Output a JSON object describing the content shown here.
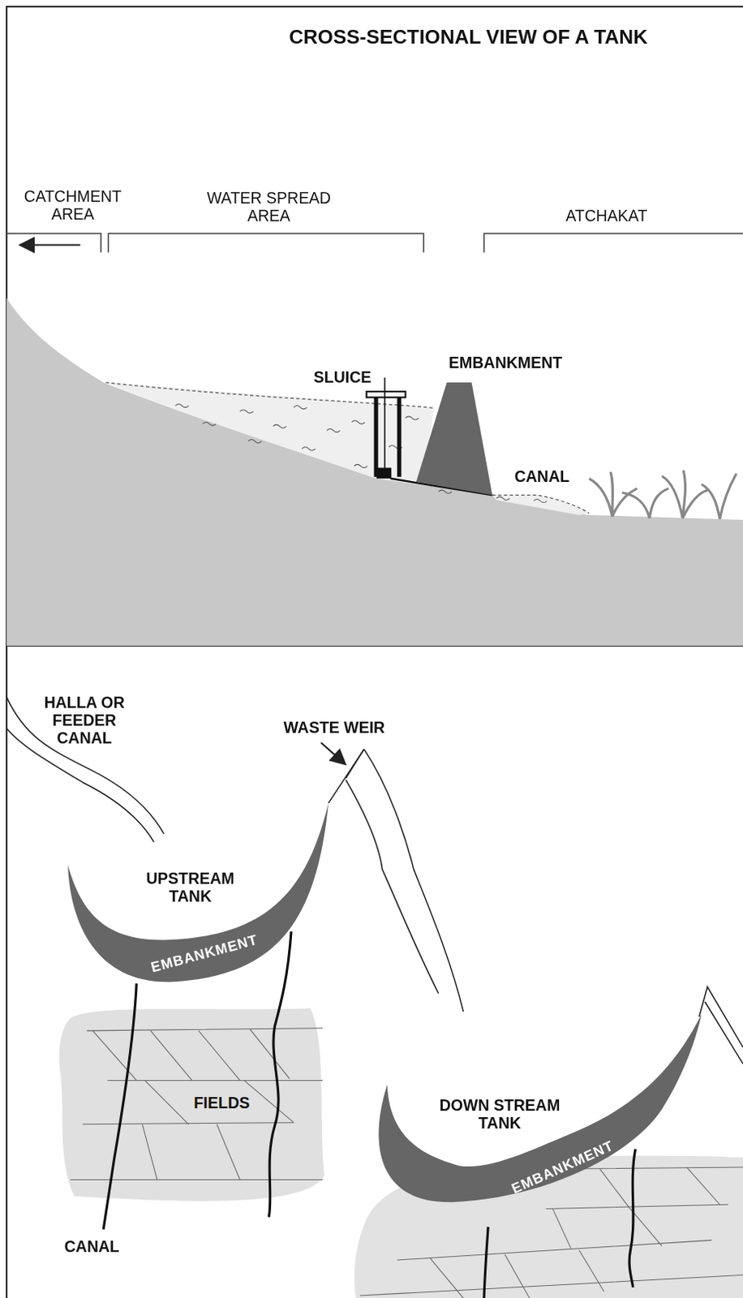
{
  "diagram": {
    "title": "CROSS-SECTIONAL VIEW OF A TANK",
    "nodes": [
      {
        "text": [
          "EMBANKMENT"
        ]
      },
      {
        "text": [
          "FIELDS"
        ]
      },
      {
        "text": [
          "EMBANKMENT"
        ]
      }
    ],
    "labels": [
      "CATCHMENT AREA",
      "WATER SPREAD AREA",
      "ATCHAKAT",
      "SLUICE",
      "EMBANKMENT",
      "CANAL",
      "HALLA OR FEEDER CANAL",
      "WASTE WEIR",
      "UPSTREAM TANK",
      "DOWN STREAM TANK",
      "CANAL"
    ]
  }
}
